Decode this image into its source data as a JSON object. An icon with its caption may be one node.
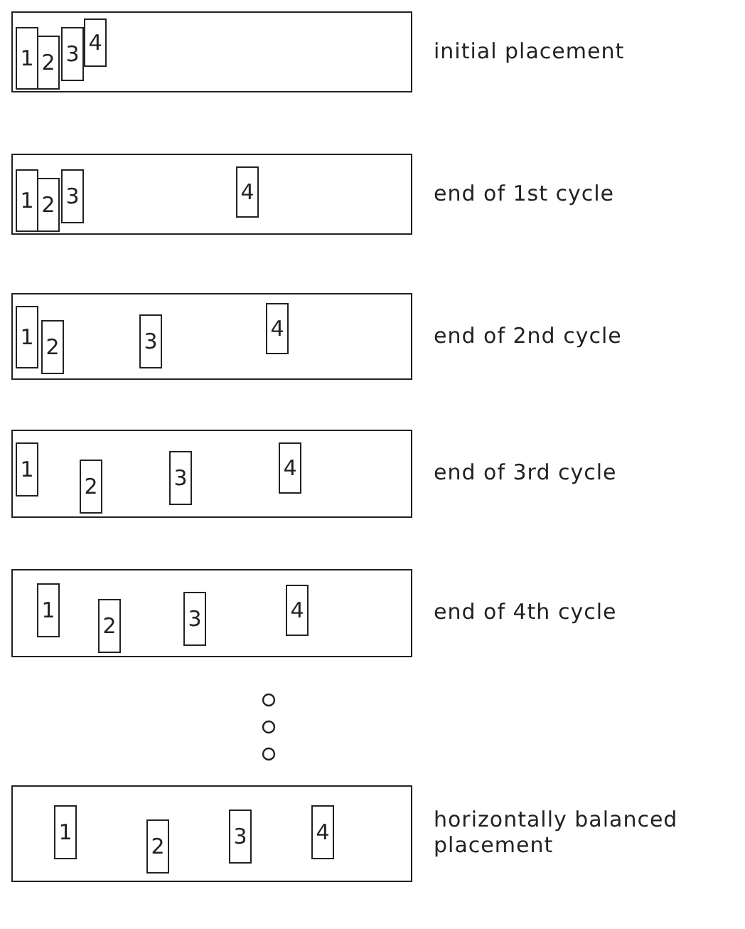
{
  "diagram": {
    "nodes": [
      {
        "text": [],
        "shape": "box",
        "beside": [
          "initial placement"
        ]
      },
      {
        "text": [
          "1"
        ],
        "in": 0
      },
      {
        "text": [
          "2"
        ],
        "in": 0
      },
      {
        "text": [
          "3"
        ],
        "in": 0
      },
      {
        "text": [
          "4"
        ],
        "in": 0
      },
      {
        "text": [],
        "shape": "box",
        "beside": [
          "end of 1st cycle"
        ]
      },
      {
        "text": [
          "1"
        ],
        "in": 5
      },
      {
        "text": [
          "2"
        ],
        "in": 5
      },
      {
        "text": [
          "3"
        ],
        "in": 5
      },
      {
        "text": [
          "4"
        ],
        "in": 5
      },
      {
        "text": [],
        "shape": "box",
        "beside": [
          "end of 2nd cycle"
        ]
      },
      {
        "text": [
          "1"
        ],
        "in": 10
      },
      {
        "text": [
          "2"
        ],
        "in": 10
      },
      {
        "text": [
          "3"
        ],
        "in": 10
      },
      {
        "text": [
          "4"
        ],
        "in": 10
      },
      {
        "text": [],
        "shape": "box",
        "beside": [
          "end of 3rd cycle"
        ]
      },
      {
        "text": [
          "1"
        ],
        "in": 15
      },
      {
        "text": [
          "2"
        ],
        "in": 15
      },
      {
        "text": [
          "3"
        ],
        "in": 15
      },
      {
        "text": [
          "4"
        ],
        "in": 15
      },
      {
        "text": [],
        "shape": "box",
        "beside": [
          "end of 4th cycle"
        ]
      },
      {
        "text": [
          "1"
        ],
        "in": 20
      },
      {
        "text": [
          "2"
        ],
        "in": 20
      },
      {
        "text": [
          "3"
        ],
        "in": 20
      },
      {
        "text": [
          "4"
        ],
        "in": 20
      },
      {
        "text": [],
        "shape": "box",
        "beside": [
          "horizontally balanced placement"
        ]
      },
      {
        "text": [
          "1"
        ],
        "in": 25
      },
      {
        "text": [
          "2"
        ],
        "in": 25
      },
      {
        "text": [
          "3"
        ],
        "in": 25
      },
      {
        "text": [
          "4"
        ],
        "in": 25
      }
    ]
  }
}
